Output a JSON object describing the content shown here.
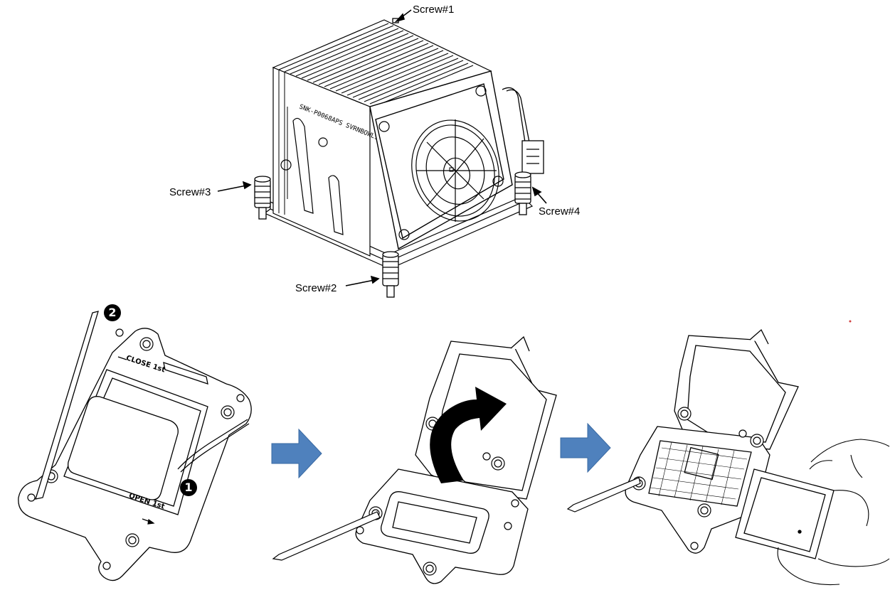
{
  "screw_labels": {
    "screw1": "Screw#1",
    "screw2": "Screw#2",
    "screw3": "Screw#3",
    "screw4": "Screw#4"
  },
  "socket_markings": {
    "close": "CLOSE 1st",
    "open": "OPEN 1st"
  },
  "step_badges": {
    "first": "1",
    "second": "2"
  },
  "colors": {
    "step_arrow": "#4f81bd",
    "line_art": "#000000",
    "background": "#ffffff"
  }
}
